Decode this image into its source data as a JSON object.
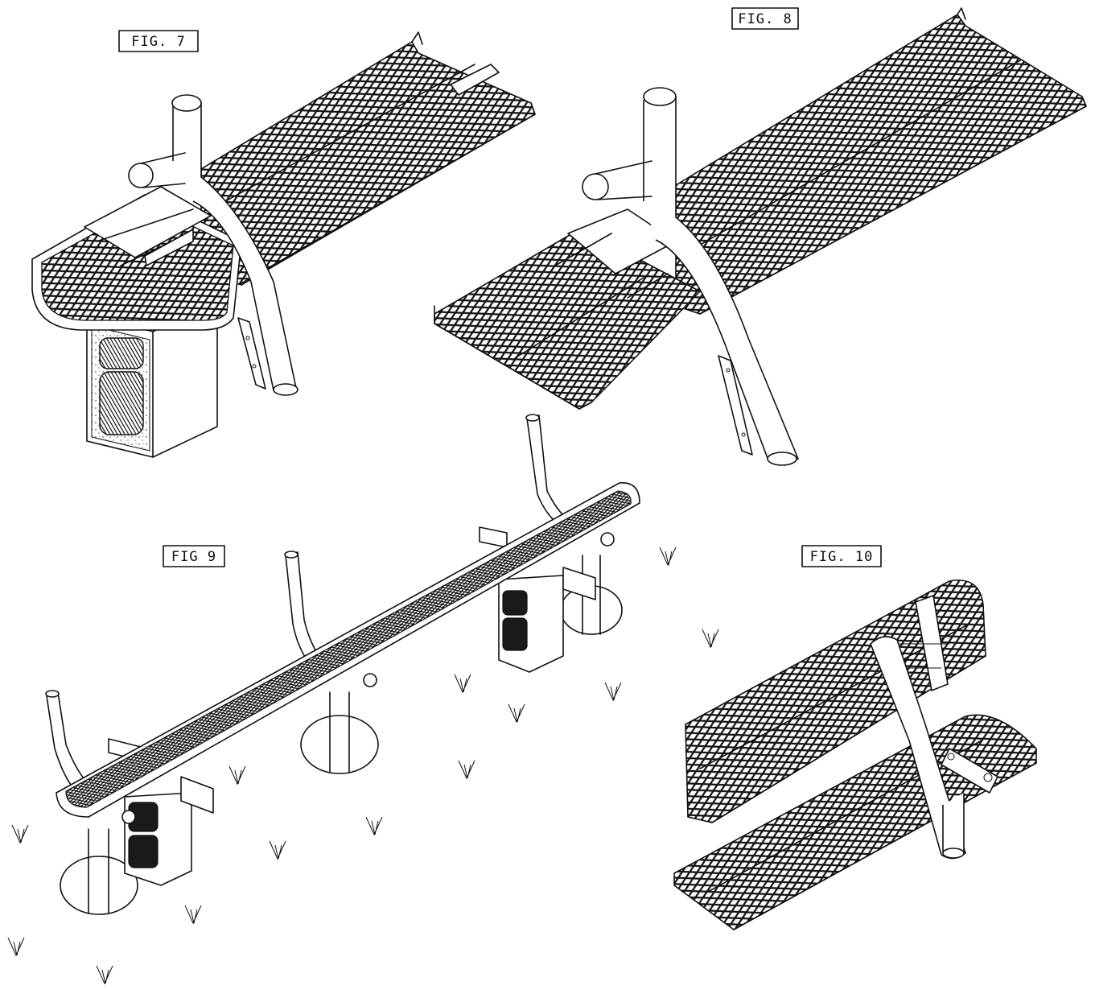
{
  "figures": {
    "fig7": {
      "label": "FIG. 7"
    },
    "fig8": {
      "label": "FIG. 8"
    },
    "fig9": {
      "label": "FIG 9"
    },
    "fig10": {
      "label": "FIG. 10"
    }
  }
}
